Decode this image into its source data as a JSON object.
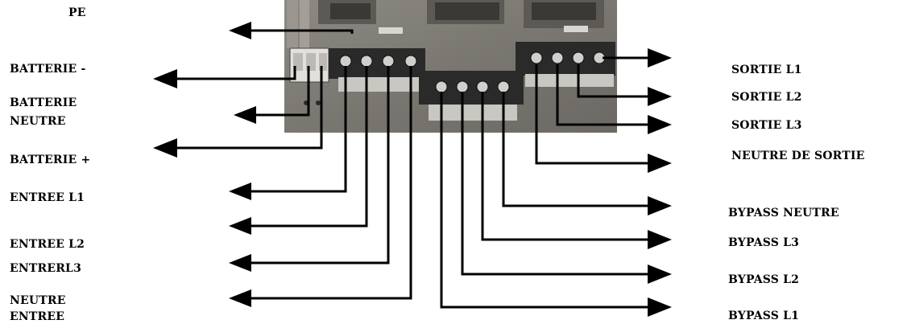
{
  "left_labels": {
    "pe": "PE",
    "batterie_minus": "BATTERIE  -",
    "batterie_neutre_1": "BATTERIE",
    "batterie_neutre_2": "NEUTRE",
    "batterie_plus": "BATTERIE +",
    "entree_l1": "ENTREE L1",
    "entree_l2": "ENTREE L2",
    "entree_l3": "ENTRERL3",
    "neutre_entree_1": "NEUTRE",
    "neutre_entree_2": "ENTREE"
  },
  "right_labels": {
    "sortie_l1": "SORTIE L1",
    "sortie_l2": "SORTIE L2",
    "sortie_l3": "SORTIE L3",
    "neutre_sortie": "NEUTRE DE SORTIE",
    "bypass_neutre": "BYPASS NEUTRE",
    "bypass_l3": "BYPASS L3",
    "bypass_l2": "BYPASS L2",
    "bypass_l1": "BYPASS L1"
  },
  "colors": {
    "panel": "#7d7a74",
    "terminal_block": "#2a2a2a",
    "wire": "#000000"
  }
}
